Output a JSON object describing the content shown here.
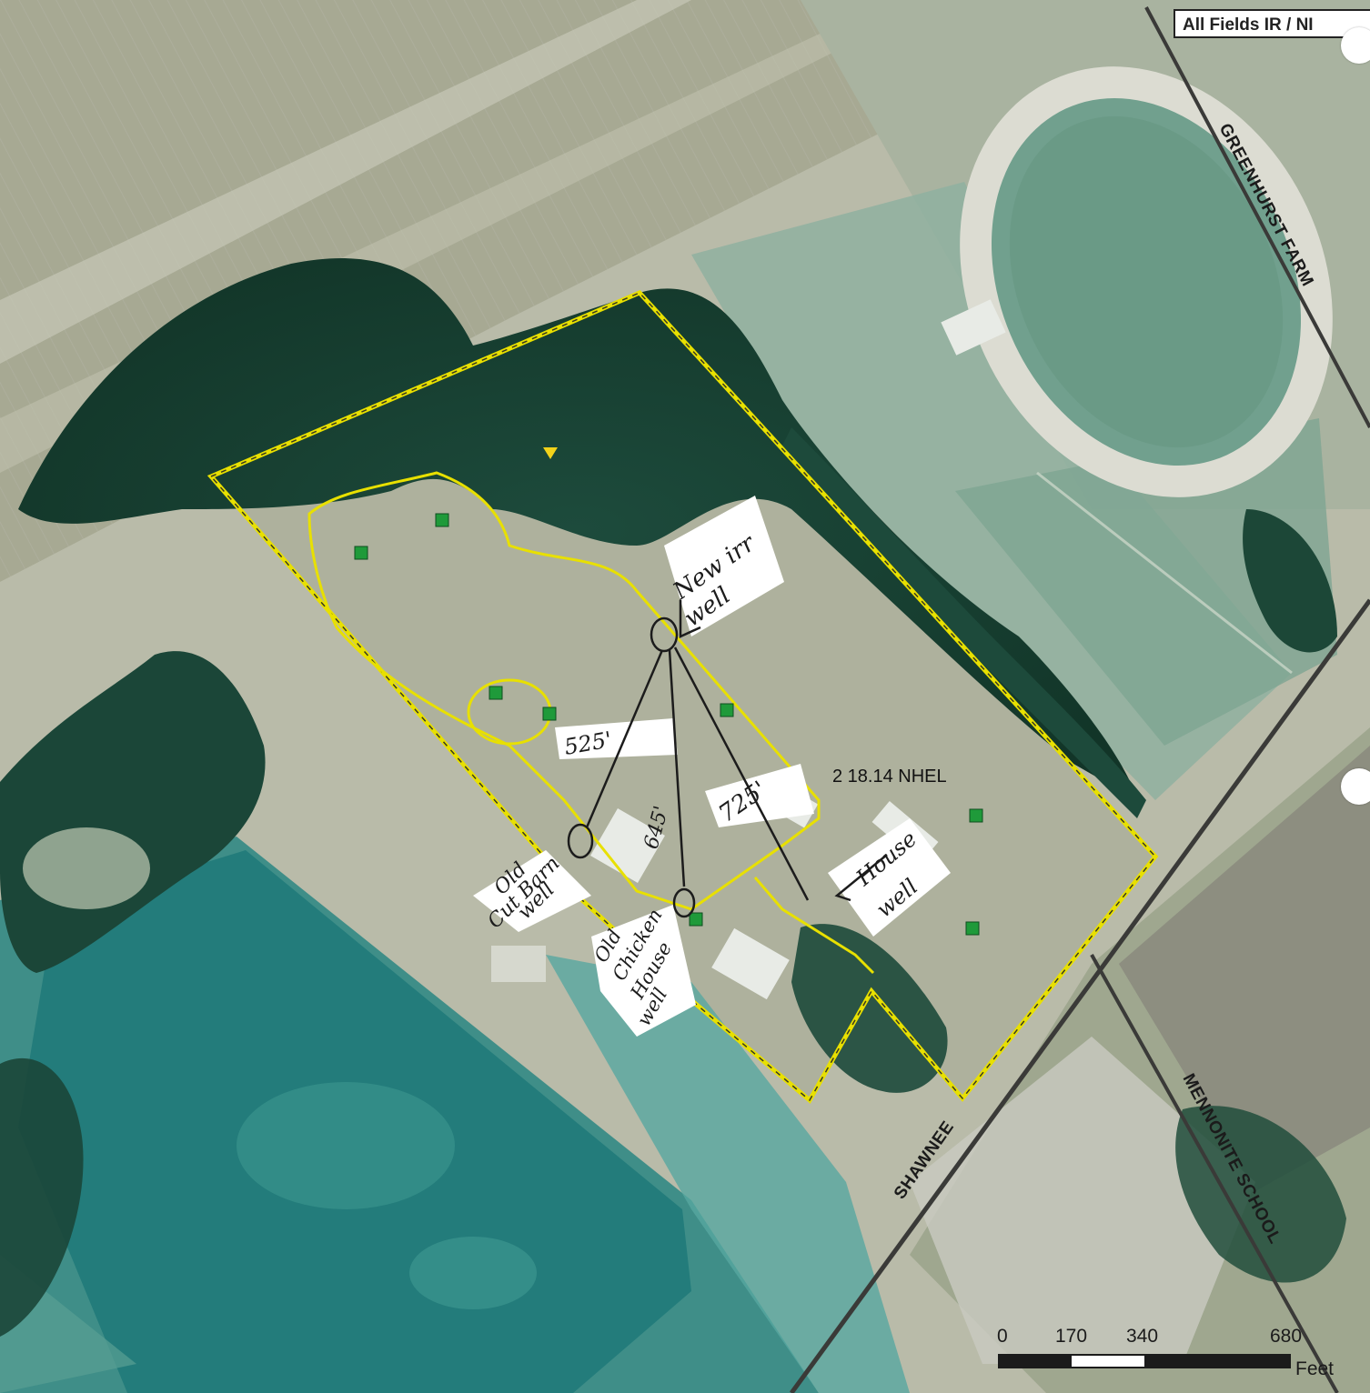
{
  "map": {
    "title": "All Fields IR / NI",
    "field_label": "2  18.14  NHEL",
    "roads": [
      "GREENHURST FARM",
      "SHAWNEE",
      "MENNONITE SCHOOL"
    ],
    "scale": {
      "ticks": [
        "0",
        "170",
        "340",
        "680"
      ],
      "unit": "Feet"
    }
  },
  "annotations": {
    "new_irr_well": [
      "New irr",
      "well"
    ],
    "old_cut_barn_well": [
      "Old",
      "Cut Barn",
      "well"
    ],
    "old_chicken_house_well": [
      "Old",
      "Chicken",
      "House",
      "well"
    ],
    "house_well": [
      "House",
      "well"
    ],
    "dist_525": "525'",
    "dist_725": "725'",
    "dist_mid": "645'"
  },
  "colors": {
    "boundary": "#e8e000",
    "marker_green": "#1f9a3a",
    "marker_yellow": "#f2d21a",
    "ink": "#1c1c1c"
  }
}
